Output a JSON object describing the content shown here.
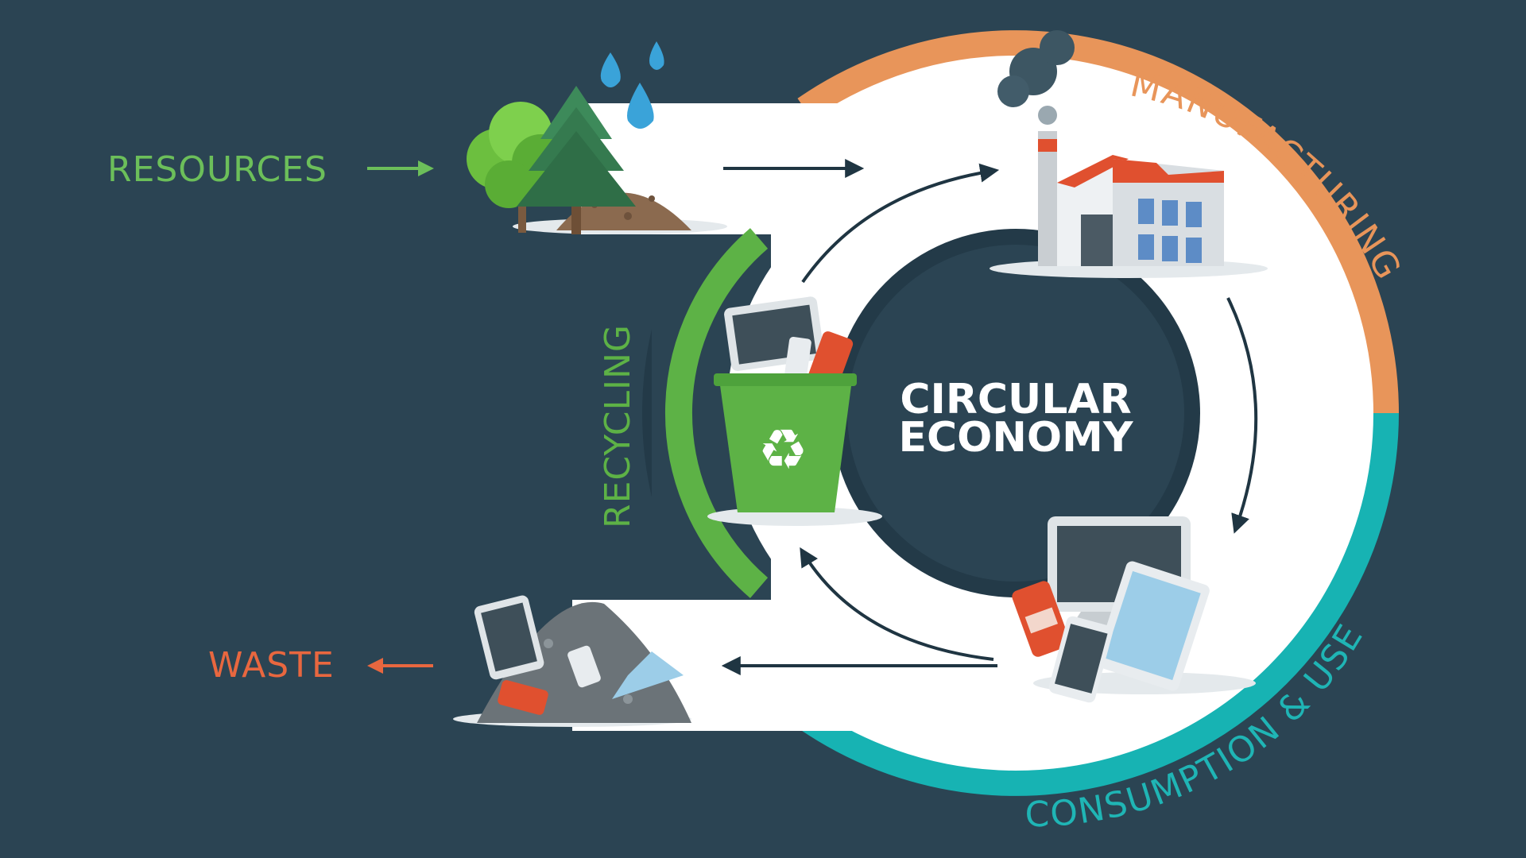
{
  "title": {
    "line1": "CIRCULAR",
    "line2": "ECONOMY"
  },
  "stages": {
    "resources": "RESOURCES",
    "manufacturing": "MANUFACTURING",
    "consumption": "CONSUMPTION & USE",
    "recycling": "RECYCLING",
    "waste": "WASTE"
  },
  "icons": {
    "resources": "trees-and-water-drops-icon",
    "manufacturing": "factory-icon",
    "consumption": "devices-and-can-icon",
    "recycling": "recycle-bin-icon",
    "waste": "waste-pile-icon"
  },
  "colors": {
    "background": "#2b4453",
    "band": "#ffffff",
    "manufacturing": "#e8955a",
    "consumption": "#1fb5b5",
    "recycling": "#5db246",
    "resources": "#6cbf5a",
    "waste": "#e8673f",
    "arrow": "#1f3542"
  }
}
